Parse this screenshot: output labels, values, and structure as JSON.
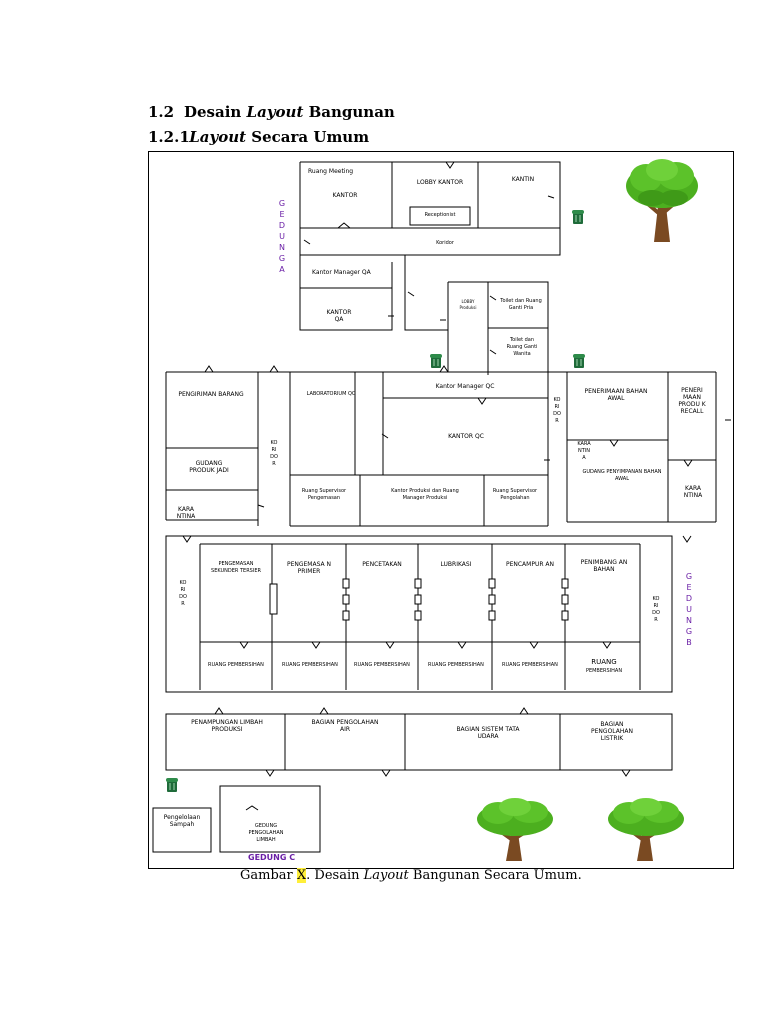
{
  "heading1": {
    "num": "1.2",
    "pre": "Desain ",
    "italic": "Layout",
    "post": " Bangunan"
  },
  "heading2": {
    "num": "1.2.1",
    "italic": "Layout",
    "post": " Secara Umum"
  },
  "caption": {
    "pre": "Gambar ",
    "highlight": "X",
    "mid": ". Desain ",
    "italic": "Layout",
    "post": " Bangunan Secara Umum."
  },
  "buildings": {
    "a": "GEDUNG A",
    "b": "GEDUNG B",
    "c": "GEDUNG C"
  },
  "rooms": {
    "ruang_meeting": "Ruang Meeting",
    "kantor": "KANTOR",
    "lobby_kantor": "LOBBY KANTOR",
    "kantin": "KANTIN",
    "receptionist": "Receptionist",
    "koridor_a": "Koridor",
    "kantor_manager_qa": "Kantor Manager QA",
    "kantor_qa": "KANTOR QA",
    "lobby_produksi": "LOBBY Produksi",
    "toilet_pria": "Toilet dan Ruang Ganti Pria",
    "toilet_wanita": "Toilet dan Ruang Ganti Wanita",
    "pengiriman_barang": "PENGIRIMAN BARANG",
    "gudang_produk_jadi": "GUDANG PRODUK JADI",
    "karantina_1": "KARA NTINA",
    "koridor_1": "KORIDOR",
    "laboratorium_qc": "LABORATORIUM QC",
    "kantor_manager_qc": "Kantor Manager QC",
    "kantor_qc": "KANTOR QC",
    "koridor_2": "KORIDOR",
    "ruang_supervisor_pengemasan": "Ruang Supervisor Pengemasan",
    "kantor_produksi": "Kantor Produksi dan Ruang Manager Produksi",
    "ruang_supervisor_pengolahan": "Ruang Supervisor Pengolahan",
    "penerimaan_bahan_awal": "PENERIMAAN BAHAN AWAL",
    "karantina_2": "KARA NTIN A",
    "gudang_penyimpanan": "GUDANG PENYIMPANAN BAHAN AWAL",
    "penerimaan_produk_recall": "PENERI MAAN PRODU K RECALL",
    "karantina_3": "KARA NTINA",
    "pengemasan_sekunder": "PENGEMASAN SEKUNDER TERSIER",
    "pengemasan_primer": "PENGEMASA N PRIMER",
    "pencetakan": "PENCETAKAN",
    "lubrikasi": "LUBRIKASI",
    "pencampuran": "PENCAMPUR AN",
    "penimbangan": "PENIMBANG AN BAHAN",
    "koridor_3": "KORIDOR",
    "koridor_4": "KORIDOR",
    "ruang_pembersihan": "RUANG PEMBERSIHAN",
    "ruang_pembersihan_6a": "RUANG",
    "ruang_pembersihan_6b": "PEMBERSIHAN",
    "penampungan_limbah": "PENAMPUNGAN LIMBAH PRODUKSI",
    "pengolahan_air": "BAGIAN PENGOLAHAN AIR",
    "sistem_tata_udara": "BAGIAN SISTEM TATA UDARA",
    "pengolahan_listrik": "BAGIAN PENGOLAHAN LISTRIK",
    "pengelolaan_sampah": "Pengelolaan Sampah",
    "gedung_pengolahan_limbah": "GEDUNG PENGOLAHAN LIMBAH"
  },
  "colors": {
    "accent_purple": "#6a1fa6",
    "highlight": "#ffef3a",
    "tree_green": "#4caf1f",
    "trunk": "#7a4a22",
    "bin": "#1f6b3a"
  },
  "icons": [
    "tree-icon",
    "trash-bin-icon",
    "door-icon"
  ]
}
